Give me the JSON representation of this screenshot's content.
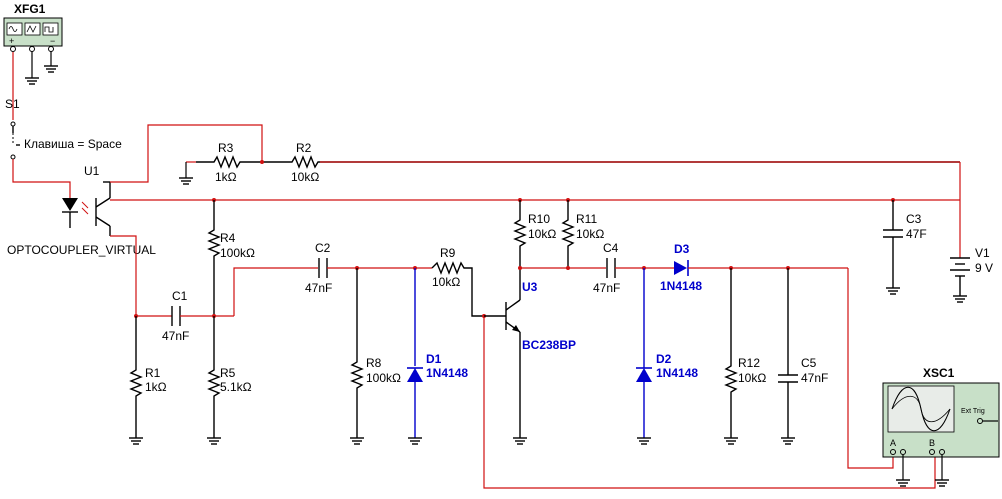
{
  "instruments": {
    "function_generator": {
      "name": "XFG1",
      "terminals": [
        "+",
        "",
        "−"
      ]
    },
    "oscilloscope": {
      "name": "XSC1",
      "channel_a": "A",
      "channel_b": "B",
      "ext_trig": "Ext Trig"
    }
  },
  "switch": {
    "name": "S1",
    "key_label": "Клавиша = Space"
  },
  "optocoupler": {
    "name": "U1",
    "type": "OPTOCOUPLER_VIRTUAL"
  },
  "resistors": [
    {
      "name": "R1",
      "value": "1kΩ"
    },
    {
      "name": "R2",
      "value": "10kΩ"
    },
    {
      "name": "R3",
      "value": "1kΩ"
    },
    {
      "name": "R4",
      "value": "100kΩ"
    },
    {
      "name": "R5",
      "value": "5.1kΩ"
    },
    {
      "name": "R8",
      "value": "100kΩ"
    },
    {
      "name": "R9",
      "value": "10kΩ"
    },
    {
      "name": "R10",
      "value": "10kΩ"
    },
    {
      "name": "R11",
      "value": "10kΩ"
    },
    {
      "name": "R12",
      "value": "10kΩ"
    }
  ],
  "capacitors": [
    {
      "name": "C1",
      "value": "47nF"
    },
    {
      "name": "C2",
      "value": "47nF"
    },
    {
      "name": "C3",
      "value": "47F"
    },
    {
      "name": "C4",
      "value": "47nF"
    },
    {
      "name": "C5",
      "value": "47nF"
    }
  ],
  "diodes": [
    {
      "name": "D1",
      "type": "1N4148"
    },
    {
      "name": "D2",
      "type": "1N4148"
    },
    {
      "name": "D3",
      "type": "1N4148"
    }
  ],
  "transistor": {
    "name": "U3",
    "type": "BC238BP"
  },
  "source": {
    "name": "V1",
    "value": "9 V"
  },
  "colors": {
    "wire": "#d01010",
    "component": "#000000",
    "semiconductor": "#0000cc",
    "instrument_bg": "#c8e0c8"
  }
}
